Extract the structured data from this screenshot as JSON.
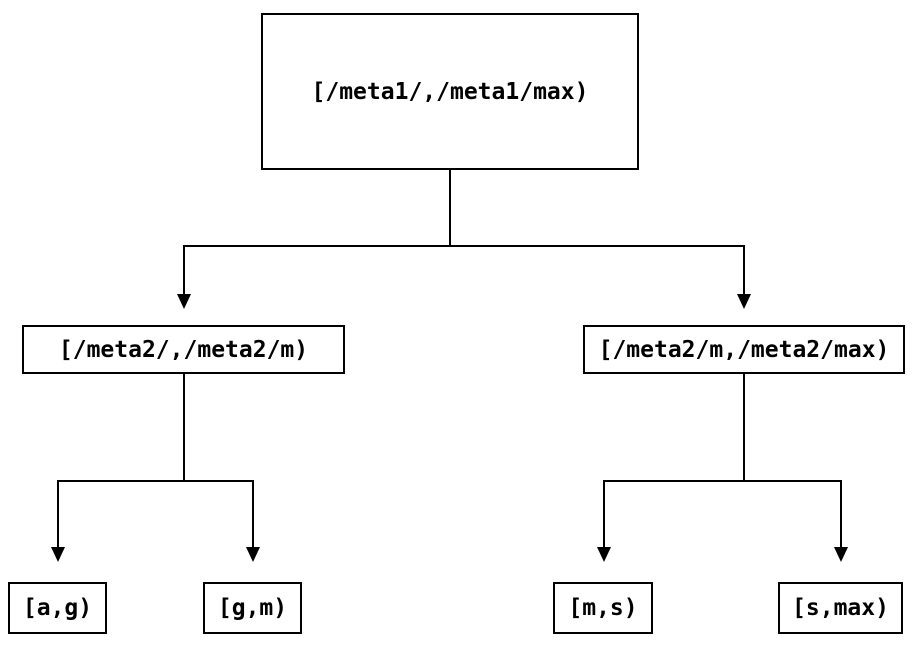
{
  "diagram": {
    "kind": "binary-interval-partition-tree",
    "colors": {
      "line": "#000000",
      "text": "#000000",
      "node_background": "#ffffff",
      "page_background": "#ffffff"
    },
    "nodes": {
      "root": {
        "label": "[/meta1/,/meta1/max)"
      },
      "left": {
        "label": "[/meta2/,/meta2/m)"
      },
      "right": {
        "label": "[/meta2/m,/meta2/max)"
      },
      "leaf_ag": {
        "label": "[a,g)"
      },
      "leaf_gm": {
        "label": "[g,m)"
      },
      "leaf_ms": {
        "label": "[m,s)"
      },
      "leaf_smax": {
        "label": "[s,max)"
      }
    },
    "edges": [
      {
        "from": "root",
        "to": "left"
      },
      {
        "from": "root",
        "to": "right"
      },
      {
        "from": "left",
        "to": "leaf_ag"
      },
      {
        "from": "left",
        "to": "leaf_gm"
      },
      {
        "from": "right",
        "to": "leaf_ms"
      },
      {
        "from": "right",
        "to": "leaf_smax"
      }
    ]
  }
}
